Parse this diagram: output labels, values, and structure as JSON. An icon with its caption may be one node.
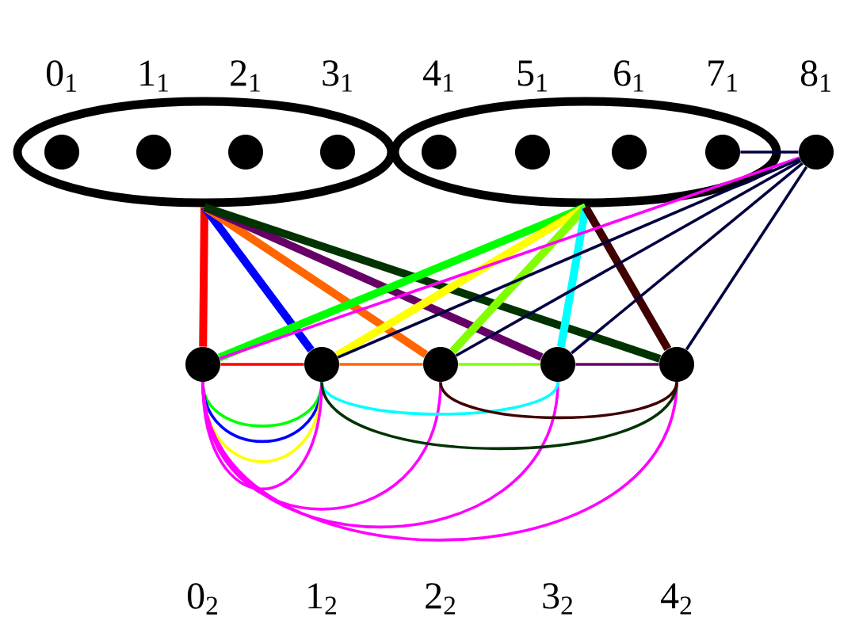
{
  "diagram": {
    "nodes": [
      {
        "text": [],
        "shape": "ellipse"
      },
      {
        "text": [
          "0$_{1}$"
        ],
        "in": 0
      },
      {
        "text": [
          "1$_{1}$"
        ],
        "in": 0
      },
      {
        "text": [
          "2$_{1}$"
        ],
        "in": 0
      },
      {
        "text": [
          "3$_{1}$"
        ],
        "in": 0
      },
      {
        "text": [],
        "shape": "ellipse"
      },
      {
        "text": [
          "4$_{1}$"
        ],
        "in": 5
      },
      {
        "text": [
          "5$_{1}$"
        ],
        "in": 5
      },
      {
        "text": [
          "6$_{1}$"
        ],
        "in": 5
      },
      {
        "text": [
          "7$_{1}$"
        ],
        "in": 5
      },
      {
        "text": [
          "8$_{1}$"
        ]
      },
      {
        "text": [],
        "shape": "circle"
      },
      {
        "text": [],
        "shape": "circle"
      },
      {
        "text": [],
        "shape": "circle"
      },
      {
        "text": [],
        "shape": "circle"
      },
      {
        "text": [],
        "shape": "circle"
      }
    ],
    "labels": [
      "0$_{2}$",
      "1$_{2}$",
      "2$_{2}$",
      "3$_{2}$",
      "4$_{2}$"
    ],
    "edges": [
      {
        "from": 0,
        "to": 11,
        "arrow": "none",
        "style": "thick",
        "color": "#ff0000"
      },
      {
        "from": 0,
        "to": 12,
        "arrow": "none",
        "style": "thick",
        "color": "#0000ff"
      },
      {
        "from": 0,
        "to": 13,
        "arrow": "none",
        "style": "thick",
        "color": "#ff6600"
      },
      {
        "from": 0,
        "to": 14,
        "arrow": "none",
        "style": "thick",
        "color": "#660066"
      },
      {
        "from": 0,
        "to": 15,
        "arrow": "none",
        "style": "thick",
        "color": "#003300"
      },
      {
        "from": 5,
        "to": 11,
        "arrow": "none",
        "style": "thick",
        "color": "#00ff00"
      },
      {
        "from": 5,
        "to": 12,
        "arrow": "none",
        "style": "thick",
        "color": "#ffff00"
      },
      {
        "from": 5,
        "to": 13,
        "arrow": "none",
        "style": "thick",
        "color": "#80ff00"
      },
      {
        "from": 5,
        "to": 14,
        "arrow": "none",
        "style": "thick",
        "color": "#00ffff"
      },
      {
        "from": 5,
        "to": 15,
        "arrow": "none",
        "style": "thick",
        "color": "#400000"
      },
      {
        "from": 10,
        "to": 9,
        "arrow": "none",
        "color": "#000040"
      },
      {
        "from": 10,
        "to": 11,
        "arrow": "none",
        "color": "#ff00ff"
      },
      {
        "from": 10,
        "to": 12,
        "arrow": "none",
        "color": "#000040"
      },
      {
        "from": 10,
        "to": 13,
        "arrow": "none",
        "color": "#000040"
      },
      {
        "from": 10,
        "to": 14,
        "arrow": "none",
        "color": "#000040"
      },
      {
        "from": 10,
        "to": 15,
        "arrow": "none",
        "color": "#000040"
      },
      {
        "from": 11,
        "to": 12,
        "arrow": "none",
        "color": "#ff0000"
      },
      {
        "from": 12,
        "to": 13,
        "arrow": "none",
        "color": "#ff6600"
      },
      {
        "from": 13,
        "to": 14,
        "arrow": "none",
        "color": "#80ff00"
      },
      {
        "from": 14,
        "to": 15,
        "arrow": "none",
        "color": "#660066"
      },
      {
        "from": 11,
        "to": 12,
        "arrow": "none",
        "color": "#00ff00"
      },
      {
        "from": 11,
        "to": 12,
        "arrow": "none",
        "color": "#0000ff"
      },
      {
        "from": 11,
        "to": 12,
        "arrow": "none",
        "color": "#ffff00"
      },
      {
        "from": 11,
        "to": 12,
        "arrow": "none",
        "color": "#ff00ff"
      },
      {
        "from": 11,
        "to": 13,
        "arrow": "none",
        "color": "#ff00ff"
      },
      {
        "from": 11,
        "to": 14,
        "arrow": "none",
        "color": "#ff00ff"
      },
      {
        "from": 11,
        "to": 15,
        "arrow": "none",
        "color": "#ff00ff"
      },
      {
        "from": 12,
        "to": 14,
        "arrow": "none",
        "color": "#00ffff"
      },
      {
        "from": 12,
        "to": 15,
        "arrow": "none",
        "color": "#003300"
      },
      {
        "from": 13,
        "to": 15,
        "arrow": "none",
        "color": "#400000"
      }
    ]
  }
}
